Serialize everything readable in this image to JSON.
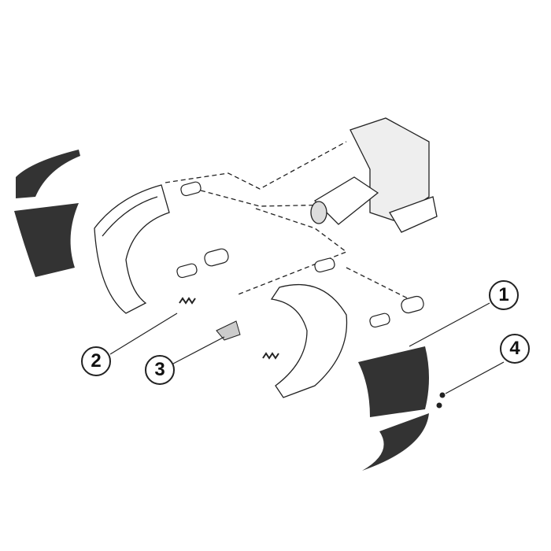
{
  "diagram": {
    "callouts": [
      {
        "number": "1",
        "part": "lining-right-upper"
      },
      {
        "number": "2",
        "part": "return-spring"
      },
      {
        "number": "3",
        "part": "anchor-clip"
      },
      {
        "number": "4",
        "part": "rivet"
      }
    ],
    "colors": {
      "lining": "#333333",
      "line": "#222222",
      "paper": "#ffffff"
    }
  }
}
